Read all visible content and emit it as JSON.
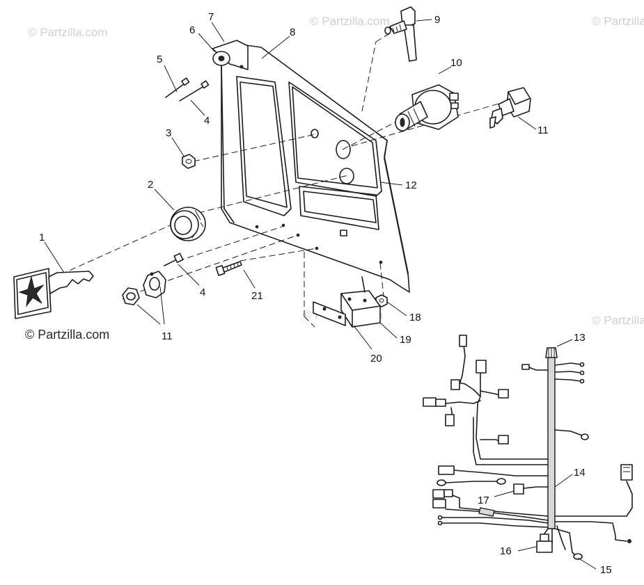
{
  "watermarks": [
    "© Partzilla.com",
    "© Partzilla.com",
    "© Partzilla.com",
    "© Partzilla.com",
    "© Partzilla.com",
    "© Partzilla.com"
  ],
  "callouts": [
    "1",
    "2",
    "3",
    "4",
    "4",
    "5",
    "6",
    "7",
    "8",
    "9",
    "10",
    "11",
    "11",
    "12",
    "13",
    "14",
    "15",
    "16",
    "17",
    "18",
    "19",
    "20",
    "21"
  ]
}
